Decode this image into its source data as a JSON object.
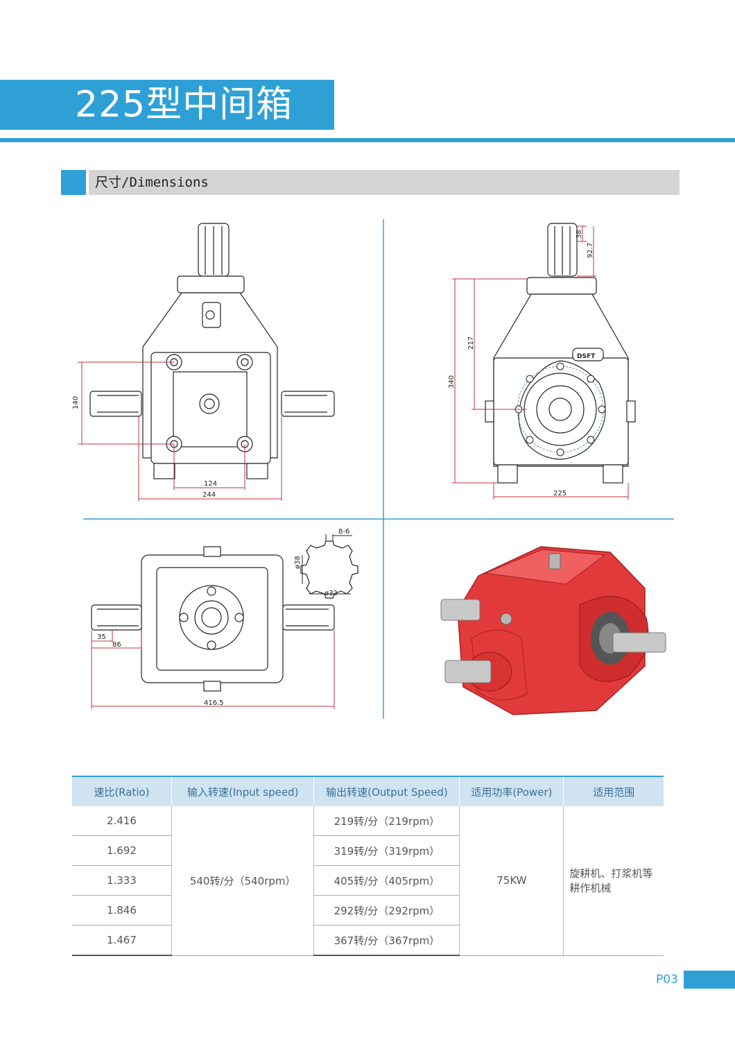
{
  "header": {
    "title": "225型中间箱"
  },
  "section": {
    "label": "尺寸/Dimensions"
  },
  "dimensions": {
    "front": {
      "h140": "140",
      "w124": "124",
      "w244": "244"
    },
    "side": {
      "d38": "38",
      "d92_7": "92.7",
      "h217": "217",
      "h340": "340",
      "w225": "225"
    },
    "top": {
      "d35": "35",
      "d86": "86",
      "w416_5": "416.5"
    },
    "spline": {
      "spec": "8-6",
      "dia38": "ø38",
      "dia32": "ø32"
    },
    "logo": "DSFT"
  },
  "table": {
    "headers": [
      "速比(Ratio)",
      "输入转速(Input speed)",
      "输出转速(Output Speed)",
      "适用功率(Power)",
      "适用范围"
    ],
    "ratios": [
      "2.416",
      "1.692",
      "1.333",
      "1.846",
      "1.467"
    ],
    "input_speed": "540转/分（540rpm）",
    "output_speeds": [
      "219转/分（219rpm）",
      "319转/分（319rpm）",
      "405转/分（405rpm）",
      "292转/分（292rpm）",
      "367转/分（367rpm）"
    ],
    "power": "75KW",
    "application_line1": "旋耕机、打浆机等",
    "application_line2": "耕作机械"
  },
  "footer": {
    "page": "P03"
  },
  "colors": {
    "accent": "#2fa0d6",
    "gearbox_red": "#e23a3a",
    "dimension_line": "#c0303a"
  }
}
